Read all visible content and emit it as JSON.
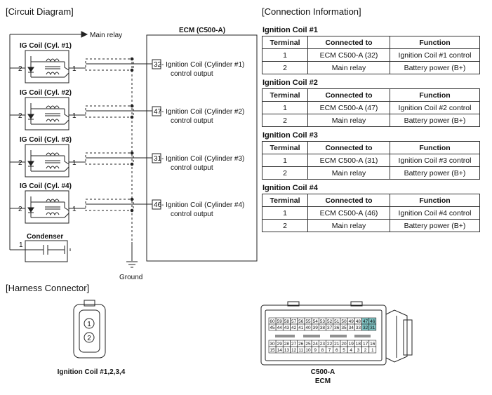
{
  "sections": {
    "circuit": "[Circuit Diagram]",
    "connection": "[Connection Information]",
    "harness": "[Harness Connector]"
  },
  "circuit": {
    "main_relay": "Main relay",
    "ecm_title": "ECM (C500-A)",
    "ground": "Ground",
    "condenser": "Condenser",
    "condenser_pin": "1",
    "coils": [
      {
        "title": "IG Coil (Cyl. #1)",
        "pin_left": "2",
        "pin_right": "1",
        "ecm_pin": "32",
        "line1": " - Ignition Coil (Cylinder #1)",
        "line2": "control output"
      },
      {
        "title": "IG Coil (Cyl. #2)",
        "pin_left": "2",
        "pin_right": "1",
        "ecm_pin": "47",
        "line1": " - Ignition Coil (Cylinder #2)",
        "line2": "control output"
      },
      {
        "title": "IG Coil (Cyl. #3)",
        "pin_left": "2",
        "pin_right": "1",
        "ecm_pin": "31",
        "line1": " - Ignition Coil (Cylinder #3)",
        "line2": "control output"
      },
      {
        "title": "IG Coil (Cyl. #4)",
        "pin_left": "2",
        "pin_right": "1",
        "ecm_pin": "46",
        "line1": " - Ignition Coil (Cylinder #4)",
        "line2": "control output"
      }
    ]
  },
  "tables": {
    "headers": [
      "Terminal",
      "Connected to",
      "Function"
    ],
    "coils": [
      {
        "title": "Ignition Coil #1",
        "rows": [
          [
            "1",
            "ECM C500-A (32)",
            "Ignition Coil #1 control"
          ],
          [
            "2",
            "Main relay",
            "Battery power (B+)"
          ]
        ]
      },
      {
        "title": "Ignition Coil #2",
        "rows": [
          [
            "1",
            "ECM C500-A (47)",
            "Ignition Coil #2 control"
          ],
          [
            "2",
            "Main relay",
            "Battery power (B+)"
          ]
        ]
      },
      {
        "title": "Ignition Coil #3",
        "rows": [
          [
            "1",
            "ECM C500-A (31)",
            "Ignition Coil #3 control"
          ],
          [
            "2",
            "Main relay",
            "Battery power (B+)"
          ]
        ]
      },
      {
        "title": "Ignition Coil #4",
        "rows": [
          [
            "1",
            "ECM C500-A (46)",
            "Ignition Coil #4 control"
          ],
          [
            "2",
            "Main relay",
            "Battery power (B+)"
          ]
        ]
      }
    ]
  },
  "harness": {
    "coil_caption": "Ignition Coil #1,2,3,4",
    "coil_pins": [
      "1",
      "2"
    ],
    "ecm_caption1": "C500-A",
    "ecm_caption2": "ECM",
    "ecm_rows": [
      [
        "60",
        "59",
        "58",
        "57",
        "56",
        "55",
        "54",
        "53",
        "52",
        "51",
        "50",
        "49",
        "48",
        "47",
        "46"
      ],
      [
        "45",
        "44",
        "43",
        "42",
        "41",
        "40",
        "39",
        "38",
        "37",
        "36",
        "35",
        "34",
        "33",
        "32",
        "31"
      ],
      [
        "30",
        "29",
        "28",
        "27",
        "26",
        "25",
        "24",
        "23",
        "22",
        "21",
        "20",
        "19",
        "18",
        "17",
        "16"
      ],
      [
        "15",
        "14",
        "13",
        "12",
        "11",
        "10",
        "9",
        "8",
        "7",
        "6",
        "5",
        "4",
        "3",
        "2",
        "1"
      ]
    ],
    "highlight_pins": [
      "47",
      "46",
      "32",
      "31"
    ],
    "highlight_color": "#7fc4c4"
  }
}
